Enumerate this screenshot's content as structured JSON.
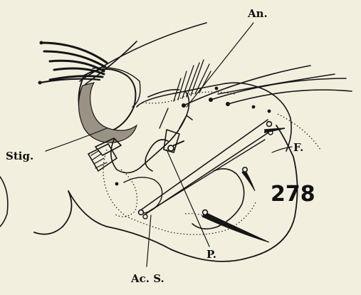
{
  "figure": {
    "number": "278",
    "labels": {
      "antenna": "An.",
      "stigma": "Stig.",
      "f_label": "F.",
      "p_label": "P.",
      "acs_label": "Ac. S."
    }
  },
  "colors": {
    "paper": "#f3efdf",
    "ink": "#151515"
  }
}
